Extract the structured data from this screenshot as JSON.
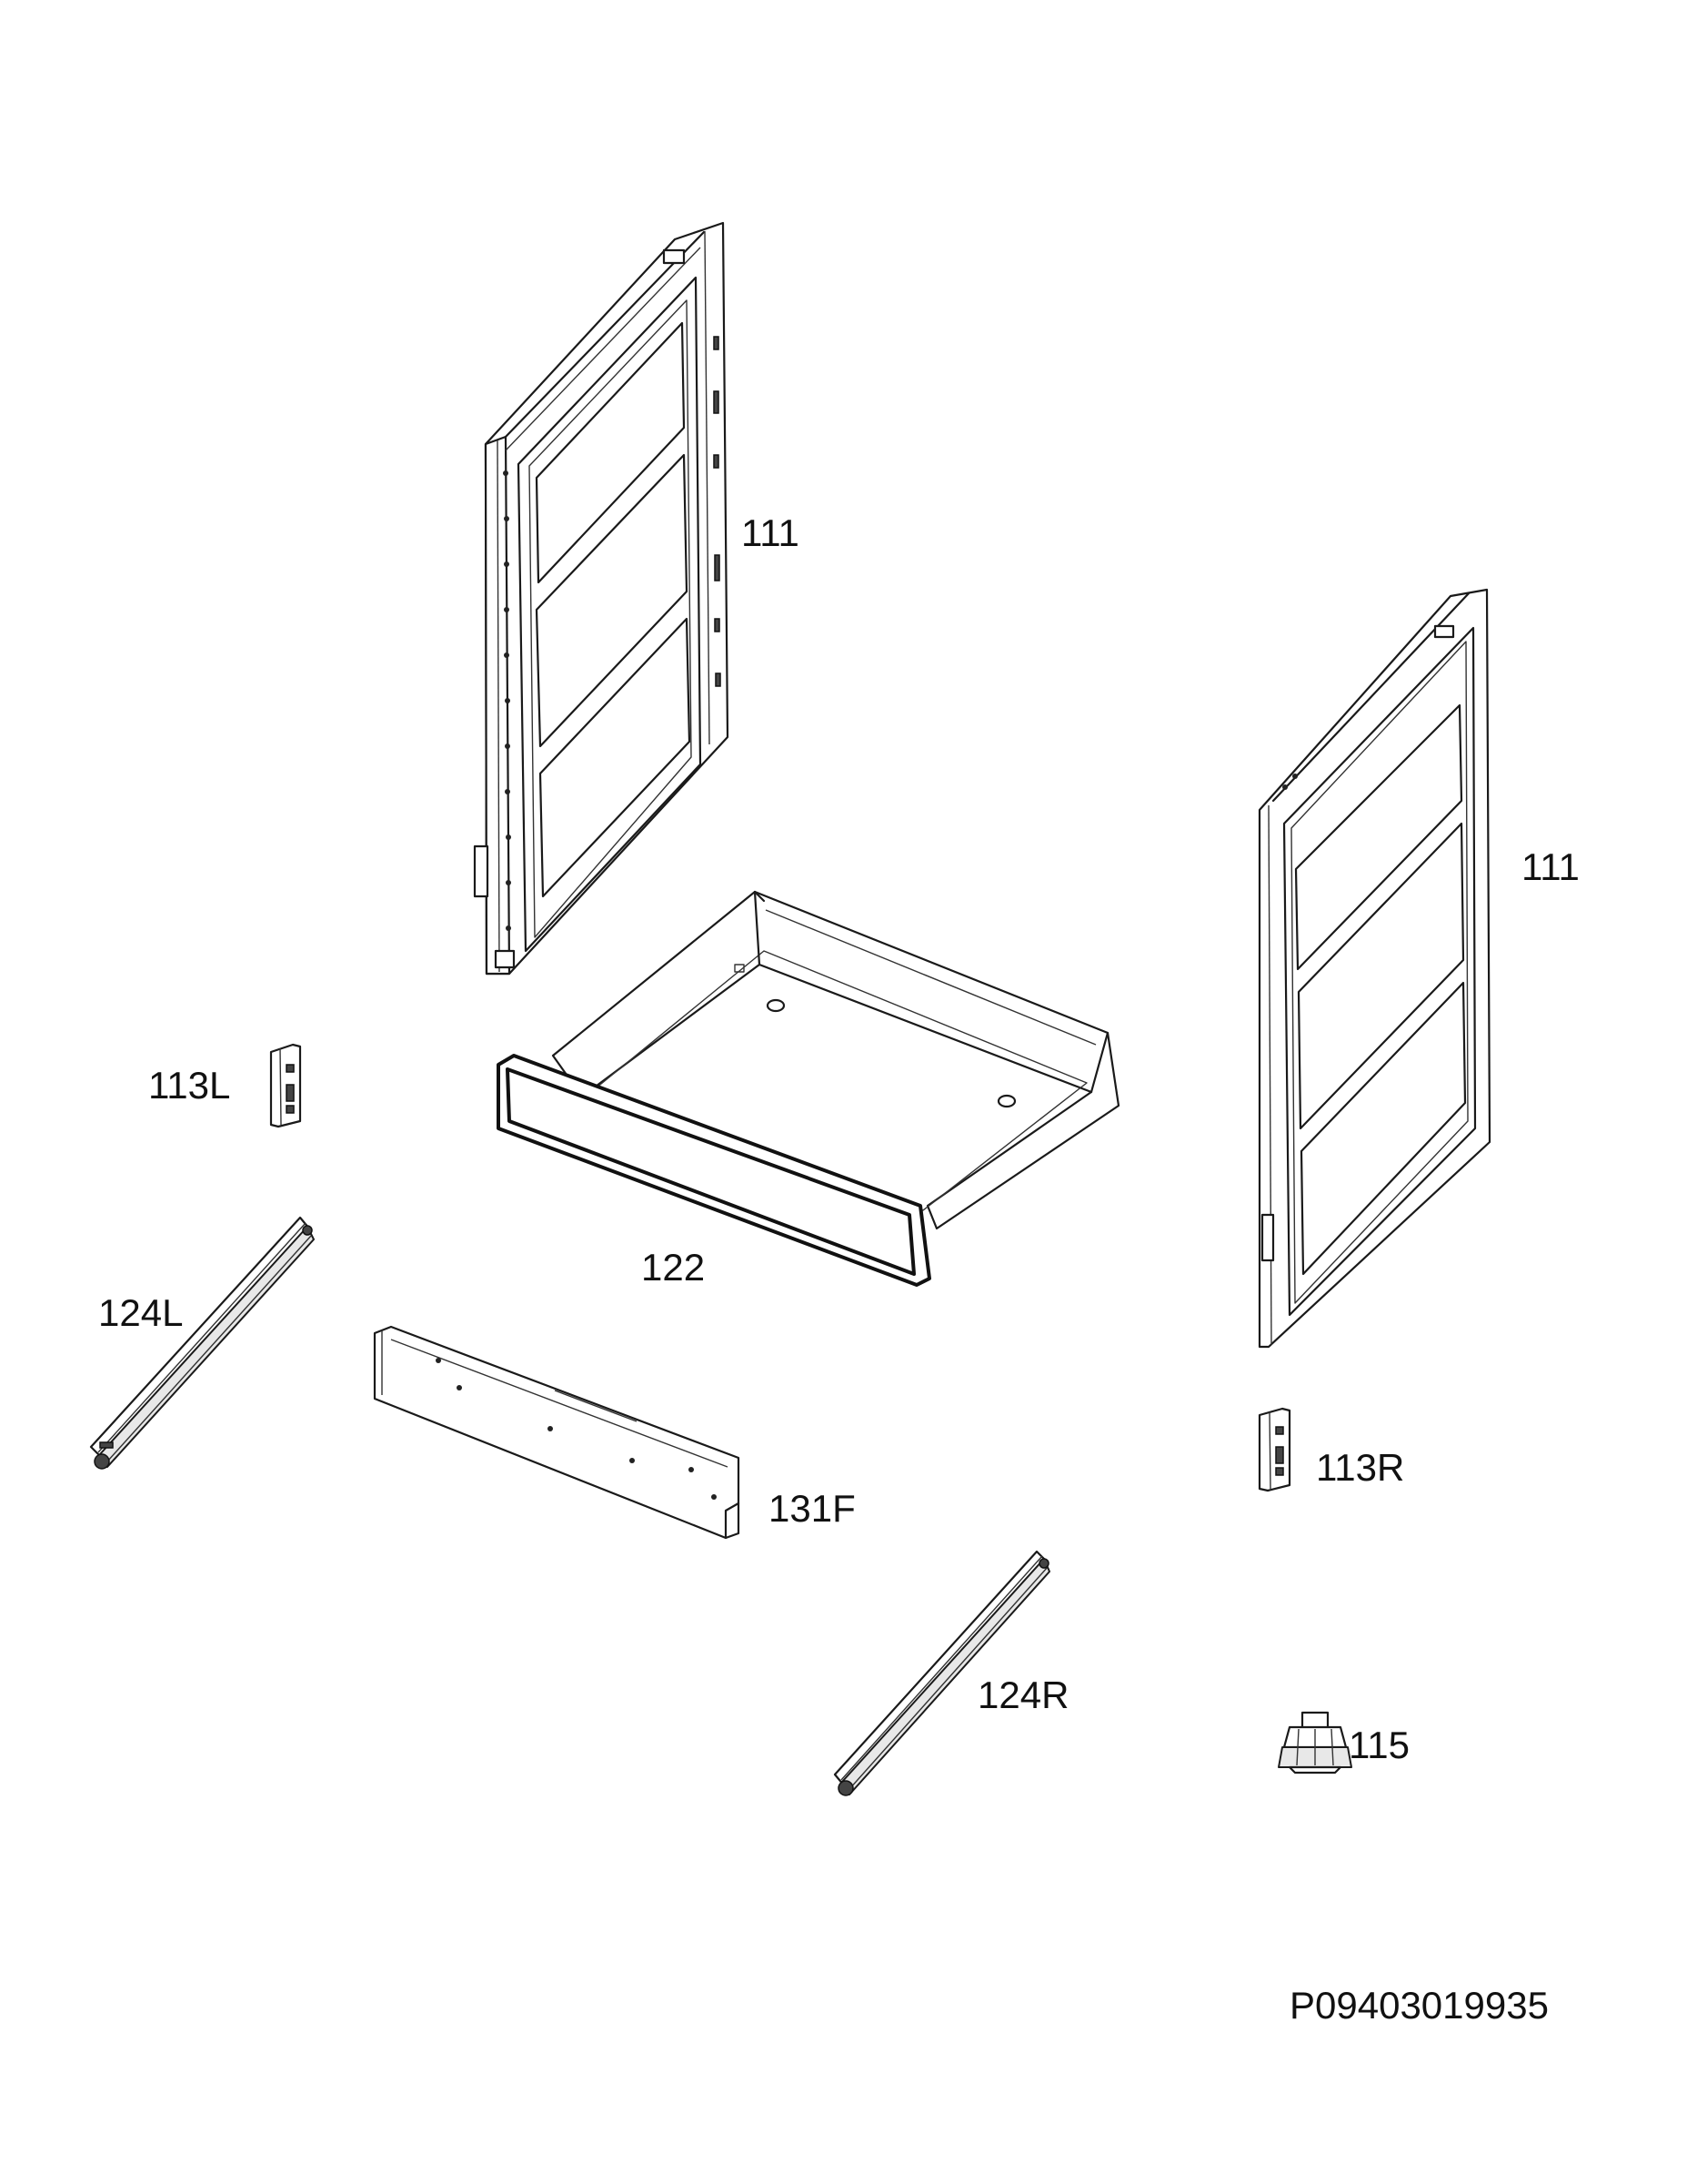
{
  "parts": [
    {
      "id": "side-panel-left",
      "label": "111"
    },
    {
      "id": "side-panel-right",
      "label": "111"
    },
    {
      "id": "hinge-left",
      "label": "113L"
    },
    {
      "id": "drawer",
      "label": "122"
    },
    {
      "id": "rail-left",
      "label": "124L"
    },
    {
      "id": "back-panel",
      "label": "131F"
    },
    {
      "id": "hinge-right",
      "label": "113R"
    },
    {
      "id": "rail-right",
      "label": "124R"
    },
    {
      "id": "foot",
      "label": "115"
    }
  ],
  "drawing_number": "P09403019935"
}
